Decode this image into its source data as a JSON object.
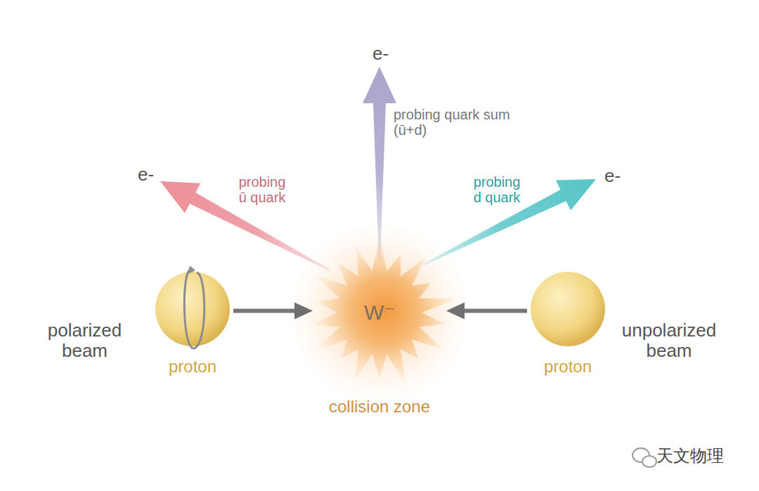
{
  "diagram": {
    "nodes": [
      {
        "text": [
          "proton"
        ]
      },
      {
        "text": [
          "W⁻",
          "collision zone"
        ]
      },
      {
        "text": [
          "proton"
        ]
      }
    ],
    "edges": [
      {
        "from": 0,
        "to": 1,
        "arrow": "to"
      },
      {
        "from": 2,
        "to": 1,
        "arrow": "to"
      }
    ],
    "labels": [
      "polarized beam",
      "unpolarized beam",
      "e-",
      "probing ū quark",
      "e-",
      "probing quark sum (ū+d)",
      "e-",
      "probing d quark",
      "天文物理"
    ]
  }
}
